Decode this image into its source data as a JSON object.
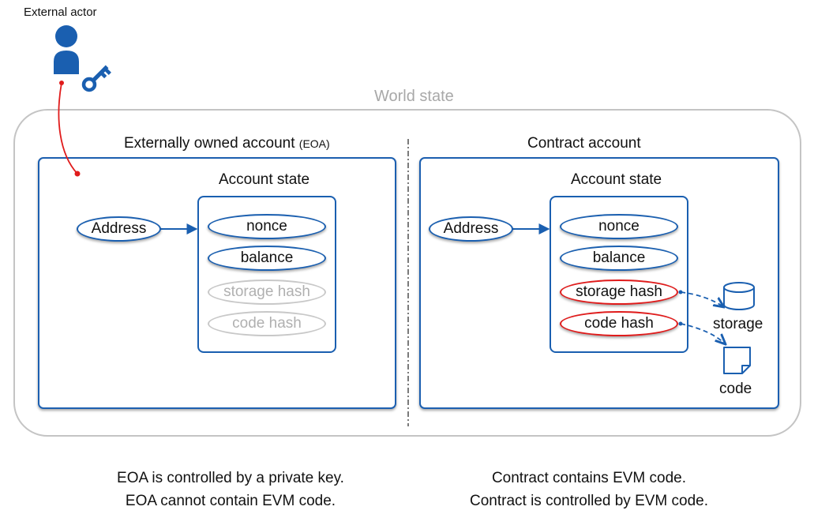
{
  "external_actor": {
    "label": "External actor"
  },
  "world_state": {
    "label": "World state"
  },
  "eoa": {
    "title": "Externally owned account",
    "title_suffix": "(EOA)",
    "address": "Address",
    "state_title": "Account state",
    "fields": [
      "nonce",
      "balance",
      "storage hash",
      "code hash"
    ]
  },
  "contract": {
    "title": "Contract account",
    "address": "Address",
    "state_title": "Account state",
    "fields": [
      "nonce",
      "balance",
      "storage hash",
      "code hash"
    ],
    "storage_label": "storage",
    "code_label": "code"
  },
  "captions": {
    "eoa_line1": "EOA is controlled by a private key.",
    "eoa_line2": "EOA cannot contain EVM code.",
    "contract_line1": "Contract contains EVM code.",
    "contract_line2": "Contract is controlled by EVM code."
  },
  "colors": {
    "blue": "#1a5fb0",
    "red": "#e01b1b",
    "gray": "#b0b0b0",
    "world_border": "#c4c4c4"
  }
}
